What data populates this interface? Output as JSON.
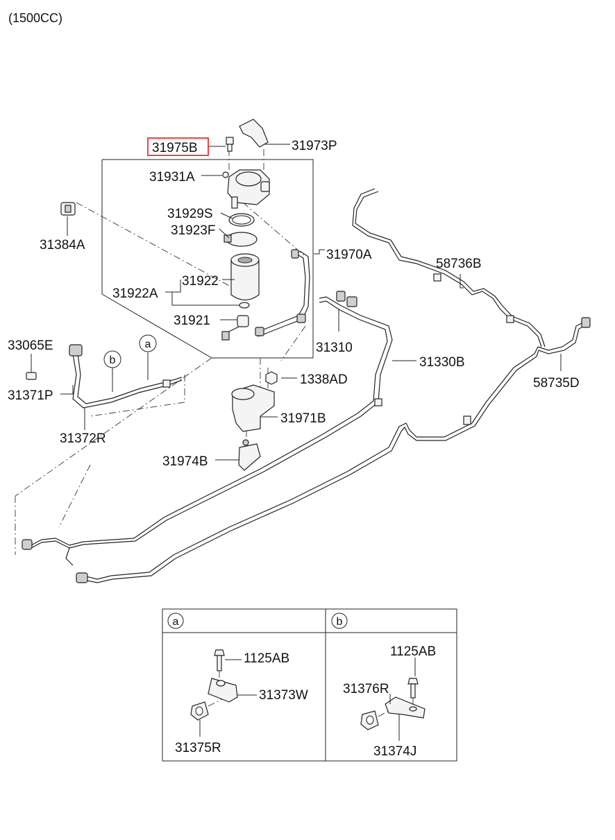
{
  "caption": "(1500CC)",
  "highlight_color": "#e01b1b",
  "labels": {
    "p31975B": "31975B",
    "p31973P": "31973P",
    "p31931A": "31931A",
    "p31929S": "31929S",
    "p31923F": "31923F",
    "p31384A": "31384A",
    "p31970A": "31970A",
    "p31922": "31922",
    "p31922A": "31922A",
    "p31921": "31921",
    "p58736B": "58736B",
    "p31310": "31310",
    "p33065E": "33065E",
    "p31371P": "31371P",
    "p31372R": "31372R",
    "p1338AD": "1338AD",
    "p31330B": "31330B",
    "p58735D": "58735D",
    "p31971B": "31971B",
    "p31974B": "31974B",
    "p1125AB_a": "1125AB",
    "p31373W": "31373W",
    "p31375R": "31375R",
    "p1125AB_b": "1125AB",
    "p31376R": "31376R",
    "p31374J": "31374J"
  },
  "circles": {
    "a": "a",
    "b": "b"
  },
  "detail_table": {
    "a_header": "a",
    "b_header": "b"
  },
  "highlighted_part": "31975B",
  "icons": {
    "filter_head": "fuel-filter-head-icon",
    "filter": "fuel-filter-cartridge-icon",
    "bracket": "mounting-bracket-icon",
    "pipe": "fuel-pipe-icon",
    "bolt": "bolt-icon",
    "clip": "pipe-clip-icon"
  }
}
